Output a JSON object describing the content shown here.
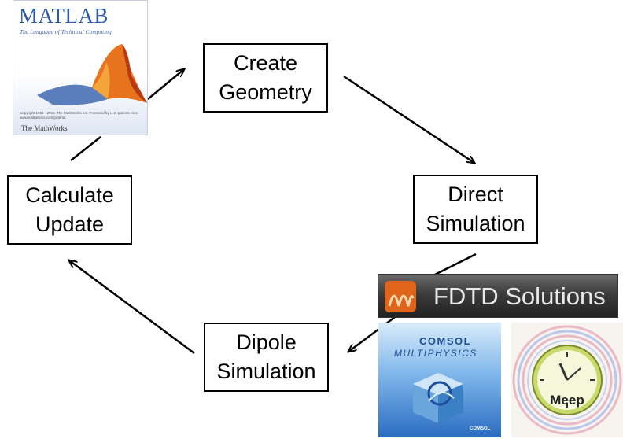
{
  "nodes": {
    "create_geometry": [
      "Create",
      "Geometry"
    ],
    "direct_simulation": [
      "Direct",
      "Simulation"
    ],
    "dipole_simulation": [
      "Dipole",
      "Simulation"
    ],
    "calculate_update": [
      "Calculate",
      "Update"
    ]
  },
  "logos": {
    "matlab": {
      "brand": "MATLAB",
      "tagline": "The Language of Technical Computing",
      "legal": "Copyright 1984 - 2006, The MathWorks Inc. Protected by U.S. patents. See www.mathworks.com/patents",
      "maker": "The MathWorks"
    },
    "fdtd": {
      "text": "FDTD Solutions"
    },
    "comsol": {
      "line1": "COMSOL",
      "line2": "MULTIPHYSICS",
      "footer": "COMSOL"
    },
    "meep": {
      "text": "Meep"
    }
  },
  "colors": {
    "line": "#000000",
    "matlab_blue": "#2f5aa8",
    "matlab_peak": "#e8731e",
    "fdtd_orange": "#e0651b",
    "comsol_blue": "#2a6cc1",
    "meep_green": "#c9d96a"
  }
}
